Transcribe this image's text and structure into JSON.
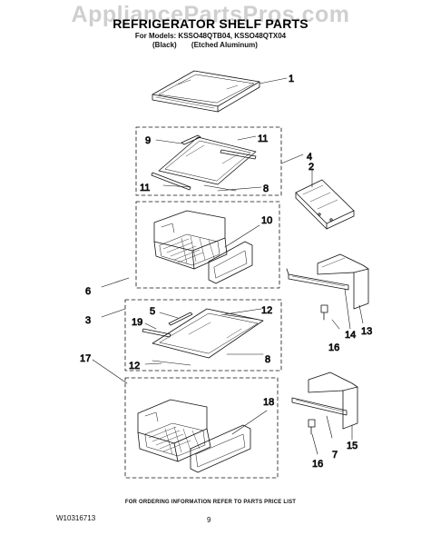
{
  "watermark": "AppliancePartsPros.com",
  "title": "REFRIGERATOR SHELF PARTS",
  "models_line": "For Models: KSSO48QTB04, KSSO48QTX04",
  "variants": [
    "(Black)",
    "(Etched Aluminum)"
  ],
  "callouts": {
    "c1": "1",
    "c2": "2",
    "c3": "3",
    "c4": "4",
    "c5": "5",
    "c6": "6",
    "c7": "7",
    "c8a": "8",
    "c8b": "8",
    "c9": "9",
    "c10": "10",
    "c11a": "11",
    "c11b": "11",
    "c12a": "12",
    "c12b": "12",
    "c13": "13",
    "c14": "14",
    "c15": "15",
    "c16a": "16",
    "c16b": "16",
    "c17": "17",
    "c18": "18",
    "c19": "19"
  },
  "footer": {
    "info": "FOR ORDERING INFORMATION REFER TO PARTS PRICE LIST",
    "doc_number": "W10316713",
    "page": "9"
  }
}
